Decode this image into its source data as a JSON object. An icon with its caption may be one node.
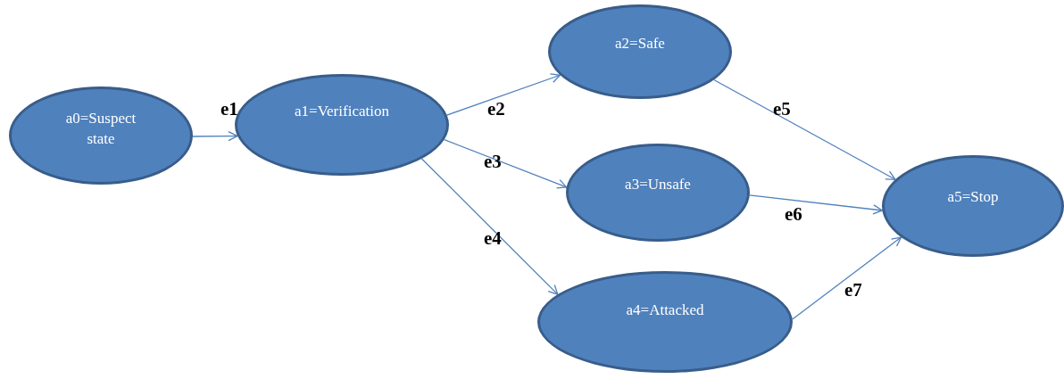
{
  "diagram": {
    "nodes": [
      {
        "text": [
          "a0=Suspect state"
        ]
      },
      {
        "text": [
          "a1=Verification"
        ]
      },
      {
        "text": [
          "a2=Safe"
        ]
      },
      {
        "text": [
          "a3=Unsafe"
        ]
      },
      {
        "text": [
          "a4=Attacked"
        ]
      },
      {
        "text": [
          "a5=Stop"
        ]
      }
    ],
    "edges": [
      {
        "from": 0,
        "to": 1,
        "arrow": "to",
        "label": "e1"
      },
      {
        "from": 1,
        "to": 2,
        "arrow": "to",
        "label": "e2"
      },
      {
        "from": 1,
        "to": 3,
        "arrow": "to",
        "label": "e3"
      },
      {
        "from": 1,
        "to": 4,
        "arrow": "to",
        "label": "e4"
      },
      {
        "from": 2,
        "to": 5,
        "arrow": "to",
        "label": "e5"
      },
      {
        "from": 3,
        "to": 5,
        "arrow": "to",
        "label": "e6"
      },
      {
        "from": 4,
        "to": 5,
        "arrow": "to",
        "label": "e7"
      }
    ]
  }
}
